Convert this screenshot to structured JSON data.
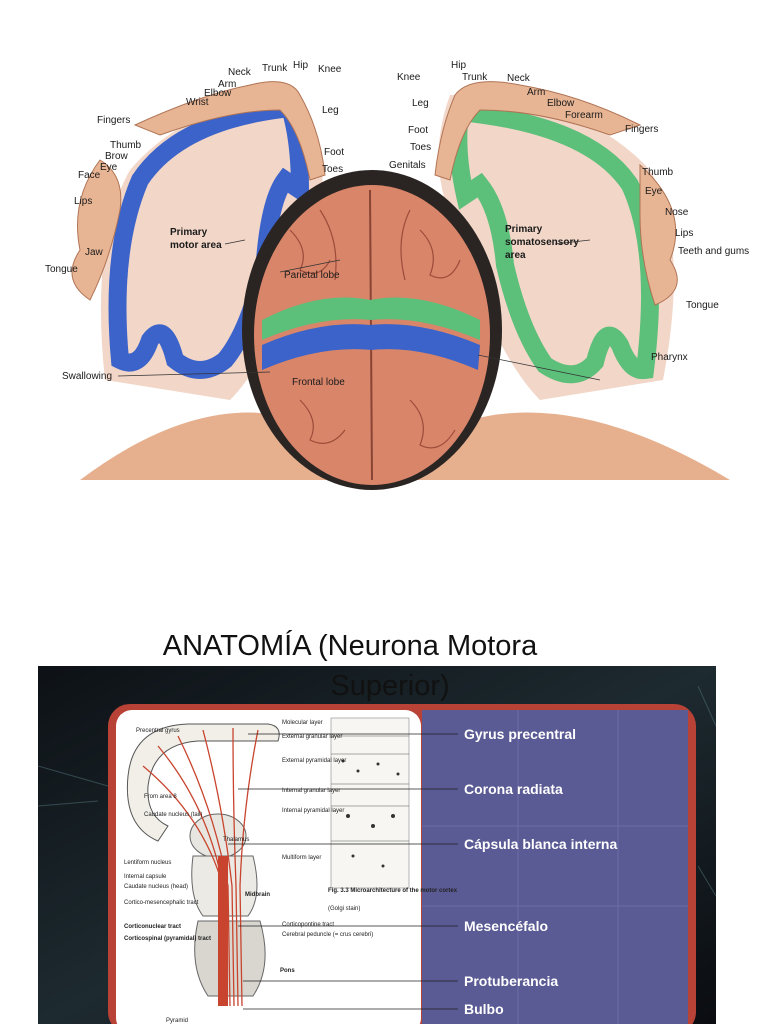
{
  "figure_top": {
    "motor_labels": [
      "Neck",
      "Trunk",
      "Hip",
      "Knee",
      "Arm",
      "Elbow",
      "Wrist",
      "Fingers",
      "Thumb",
      "Brow",
      "Eye",
      "Face",
      "Lips",
      "Jaw",
      "Tongue",
      "Swallowing",
      "Leg",
      "Foot",
      "Toes"
    ],
    "sensory_labels": [
      "Hip",
      "Trunk",
      "Neck",
      "Knee",
      "Arm",
      "Elbow",
      "Forearm",
      "Leg",
      "Fingers",
      "Foot",
      "Toes",
      "Genitals",
      "Thumb",
      "Eye",
      "Nose",
      "Lips",
      "Teeth and gums",
      "Tongue",
      "Pharynx"
    ],
    "motor_area": [
      "Primary",
      "motor area"
    ],
    "sensory_area": [
      "Primary",
      "somatosensory",
      "area"
    ],
    "parietal": "Parietal lobe",
    "frontal": "Frontal lobe",
    "colors": {
      "motor": "#3b63c9",
      "sensory": "#5cbf7a",
      "skin": "#e9b08c",
      "brain": "#d9856a"
    }
  },
  "title": {
    "line1": "ANATOMÍA (Neurona Motora",
    "line2": "Superior)"
  },
  "figure_bottom": {
    "right_labels": [
      "Gyrus precentral",
      "Corona radiata",
      "Cápsula blanca interna",
      "Mesencéfalo",
      "Protuberancia",
      "Bulbo"
    ],
    "left_small": [
      "Precentral gyrus",
      "From area 8",
      "Caudate nucleus (tail)",
      "Thalamus",
      "Lentiform nucleus",
      "Internal capsule",
      "Caudate nucleus (head)",
      "Cortico-mesencephalic tract",
      "Corticonuclear tract",
      "Corticospinal (pyramidal) tract",
      "Pyramid"
    ],
    "mid_small": [
      "Molecular layer",
      "External granular layer",
      "External pyramidal layer",
      "Internal granular layer",
      "Internal pyramidal layer",
      "Multiform layer",
      "Midbrain",
      "Corticopontine tract",
      "Cerebral peduncle (= crus cerebri)",
      "Pons"
    ],
    "caption_bold": "Fig. 3.3 Microarchitecture of the motor cortex",
    "caption": "(Golgi stain)",
    "colors": {
      "panel": "#5a5a94",
      "frame": "#b84236",
      "tract": "#c8442e",
      "bg": "#101418"
    }
  }
}
